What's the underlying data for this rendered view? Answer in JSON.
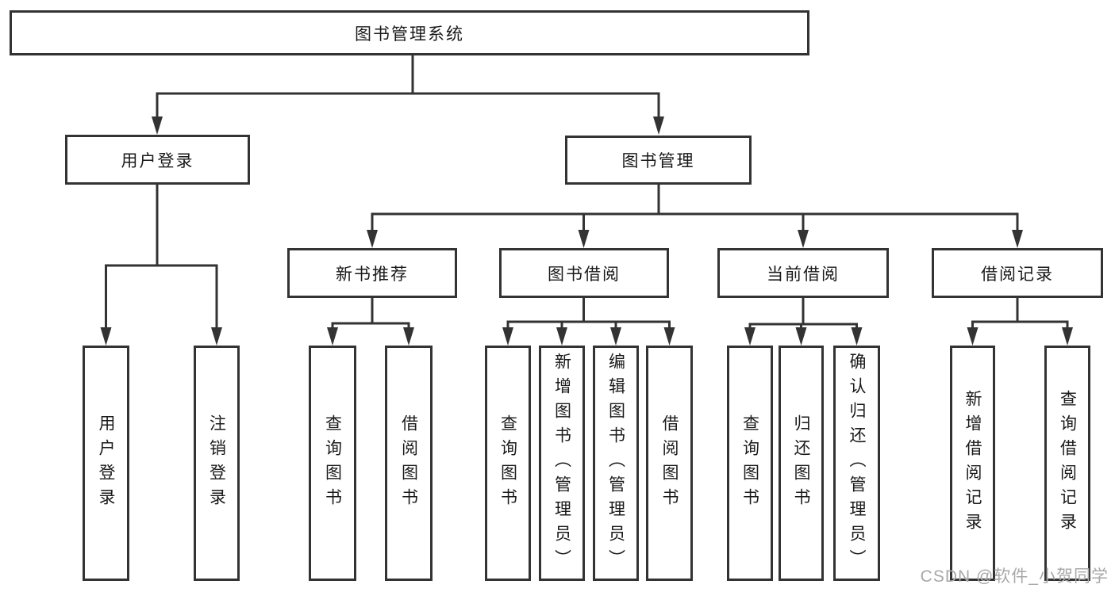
{
  "diagram": {
    "title_node": "图书管理系统",
    "root": {
      "label": "图书管理系统",
      "children": [
        {
          "label": "用户登录",
          "children": [
            {
              "label": "用户登录"
            },
            {
              "label": "注销登录"
            }
          ]
        },
        {
          "label": "图书管理",
          "children": [
            {
              "label": "新书推荐",
              "children": [
                {
                  "label": "查询图书"
                },
                {
                  "label": "借阅图书"
                }
              ]
            },
            {
              "label": "图书借阅",
              "children": [
                {
                  "label": "查询图书"
                },
                {
                  "label": "新增图书（管理员）"
                },
                {
                  "label": "编辑图书（管理员）"
                },
                {
                  "label": "借阅图书"
                }
              ]
            },
            {
              "label": "当前借阅",
              "children": [
                {
                  "label": "查询图书"
                },
                {
                  "label": "归还图书"
                },
                {
                  "label": "确认归还（管理员）"
                }
              ]
            },
            {
              "label": "借阅记录",
              "children": [
                {
                  "label": "新增借阅记录"
                },
                {
                  "label": "查询借阅记录"
                }
              ]
            }
          ]
        }
      ]
    }
  },
  "watermark": {
    "text": "CSDN @软件_小贺同学"
  },
  "colors": {
    "line": "#333333",
    "text": "#1a1a1a",
    "watermark": "#a8a8a8",
    "background": "#ffffff"
  }
}
